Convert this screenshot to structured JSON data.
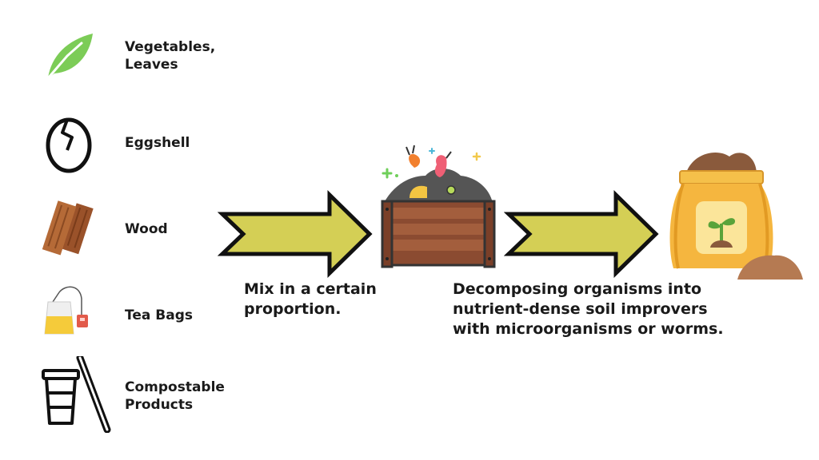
{
  "inputs": [
    {
      "label": "Vegetables,\nLeaves",
      "icon": "leaf-icon"
    },
    {
      "label": "Eggshell",
      "icon": "eggshell-icon"
    },
    {
      "label": "Wood",
      "icon": "wood-icon"
    },
    {
      "label": "Tea Bags",
      "icon": "tea-bag-icon"
    },
    {
      "label": "Compostable\nProducts",
      "icon": "cup-and-straw-icon"
    }
  ],
  "steps": [
    {
      "caption": "Mix in a certain\nproportion.",
      "illustration": "compost-bin-icon"
    },
    {
      "caption": "Decomposing organisms into\nnutrient-dense soil improvers\nwith microorganisms or worms.",
      "illustration": "soil-bag-icon"
    }
  ],
  "colors": {
    "arrow_fill": "#d4cf55",
    "arrow_stroke": "#111111",
    "leaf": "#7ccc57",
    "wood": "#a25a2e",
    "bin": "#8b4b31",
    "bag": "#f5b63f"
  }
}
